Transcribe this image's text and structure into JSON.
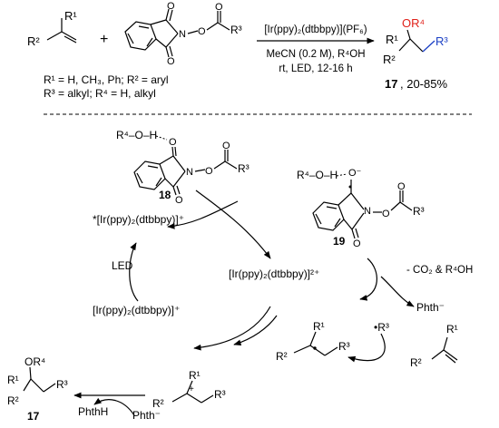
{
  "scheme": {
    "conditions": {
      "catalyst": "[Ir(ppy)₂(dtbbpy)](PF₆)",
      "solvent": "MeCN (0.2 M), R⁴OH",
      "temp_light": "rt, LED, 12-16 h"
    },
    "product": {
      "number": "17",
      "yield": ", 20-85%",
      "or4": "OR⁴",
      "r1": "R¹",
      "r2": "R²",
      "r3": "R³"
    },
    "alkene": {
      "r1": "R¹",
      "r2": "R²"
    },
    "reagent": {
      "r3": "R³"
    },
    "plus": "+",
    "substituents": {
      "line1": "R¹ = H, CH₃, Ph; R² = aryl",
      "line2": "R³ = alkyl; R⁴ = H, alkyl"
    }
  },
  "mechanism": {
    "c18": {
      "number": "18",
      "hbond_label": "R⁴–O–H",
      "r3": "R³"
    },
    "c19": {
      "number": "19",
      "hbond_label": "R⁴–O–H",
      "r3": "R³",
      "ominus": "O⁻"
    },
    "excited_ir": "*[Ir(ppy)₂(dtbbpy)]⁺",
    "ir_2plus": "[Ir(ppy)₂(dtbbpy)]²⁺",
    "ir_plus": "[Ir(ppy)₂(dtbbpy)]⁺",
    "led": "LED",
    "loss_label": "- CO₂ & R⁴OH",
    "phth_minus_1": "Phth⁻",
    "alkyl_radical": "•R³",
    "radical_adduct": {
      "r1": "R¹",
      "r2": "R²",
      "r3": "R³"
    },
    "cation": {
      "r1": "R¹",
      "r2": "R²",
      "r3": "R³",
      "charge": "+"
    },
    "alkene2": {
      "r1": "R¹",
      "r2": "R²"
    },
    "phthh": "PhthH",
    "phth_minus_2": "Phth⁻",
    "product": {
      "number": "17",
      "or4": "OR⁴",
      "r1": "R¹",
      "r2": "R²",
      "r3": "R³"
    }
  }
}
